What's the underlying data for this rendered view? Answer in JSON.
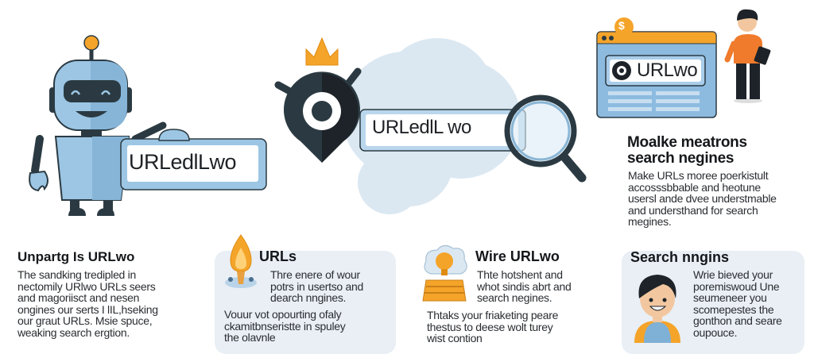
{
  "illustrations": {
    "robot_sign_text": "URLedlLwo",
    "search_box_text": "URLedlL wo",
    "browser_url_text": "URLwo",
    "coin_symbol": "$"
  },
  "top_right": {
    "heading": [
      "Moalke meatrons",
      "search negines"
    ],
    "body": [
      "Make URLs moree poerkistult",
      "accosssbbable and heotune",
      "usersl ande dvee understmable",
      "and understhand for search",
      "megines."
    ]
  },
  "sections": [
    {
      "heading": "Unpartg Is URLwo",
      "body": [
        "The sandking tredipled in",
        "nectomily URlwo URLs seers",
        "and magoriisct and nesen",
        "ongines our serts I lIL,hseking",
        "our graut URLs. Msie spuce,",
        "weaking search ergtion."
      ]
    },
    {
      "heading": "URLs",
      "body": [
        "Thre enere of wour",
        "potrs in usertso and",
        "dearch nngines."
      ],
      "body2": [
        "Vouur vot opourting ofaly",
        "ckamitbnseristte in spuley",
        "the olavnle"
      ]
    },
    {
      "heading": "Wire URLwo",
      "body": [
        "Thte hotshent and",
        "whot sindis abrt and",
        "search negines."
      ],
      "body2": [
        "Thtaks your friaketing peare",
        "thestus to deese wolt turey",
        "wist contion"
      ]
    },
    {
      "heading": "Search nngins",
      "body": [
        "Wrie bieved your",
        "poremiswoud Une",
        "seumeneer you",
        "scomepestes the",
        "gonthon and seare",
        "oupouce."
      ]
    }
  ],
  "colors": {
    "robot_blue": "#9cc6e4",
    "dark": "#2b3a42",
    "orange": "#f5a42a",
    "cloud": "#dbe8f2",
    "card": "#e9eff5"
  }
}
